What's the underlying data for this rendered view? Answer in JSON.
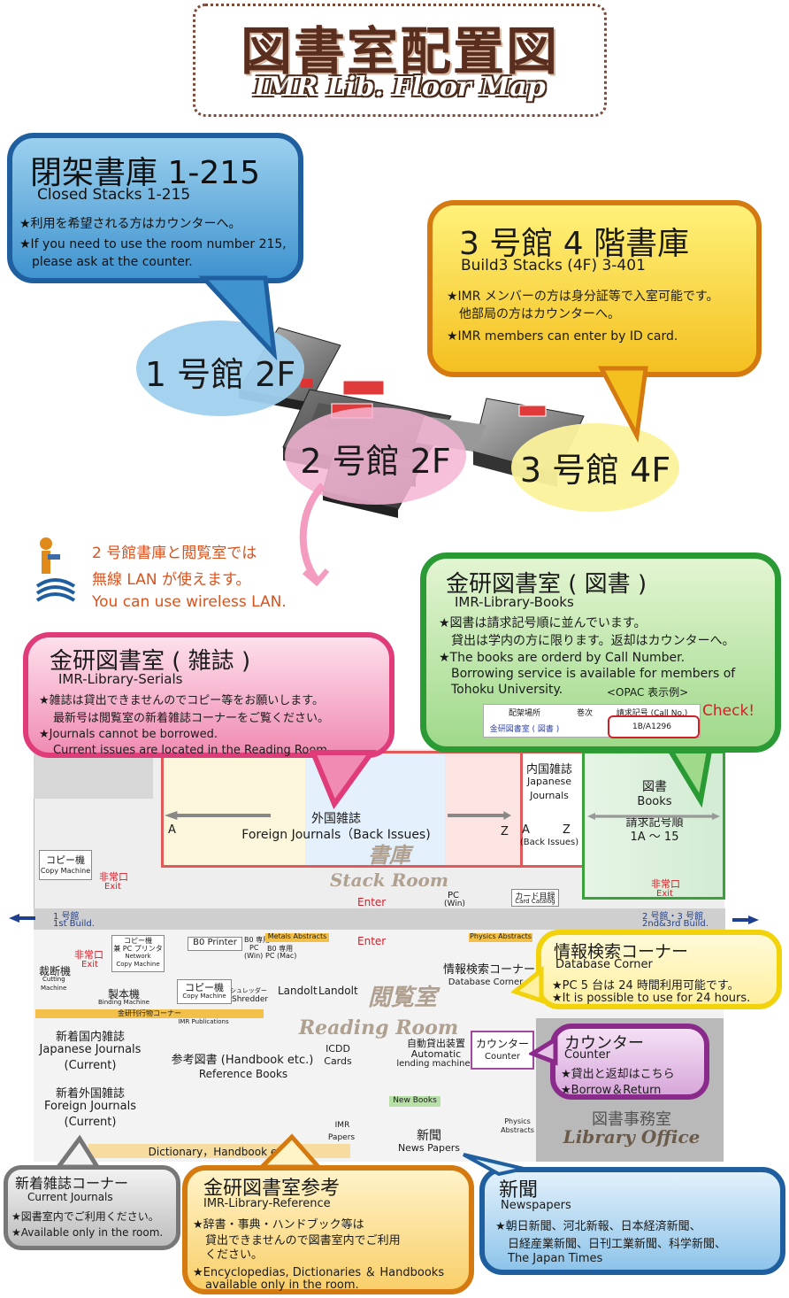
{
  "header": {
    "title_jp": "図書室配置図",
    "title_en": "IMR Lib. Floor Map"
  },
  "closed_stacks": {
    "title": "閉架書庫 1-215",
    "subtitle": "Closed Stacks 1-215",
    "line_jp": "★利用を希望される方はカウンターへ。",
    "line_en1": "★If you need to use the room number 215,",
    "line_en2": "please ask at the counter."
  },
  "build3_stacks": {
    "title": "3 号館 4 階書庫",
    "subtitle": "Build3 Stacks (4F) 3-401",
    "line_jp1": "★IMR メンバーの方は身分証等で入室可能です。",
    "line_jp2": "他部局の方はカウンターへ。",
    "line_en": "★IMR members can enter by ID card."
  },
  "buildings": {
    "b1": "1 号館 2F",
    "b2": "2 号館 2F",
    "b3": "3 号館 4F"
  },
  "wireless": {
    "line1": "2 号館書庫と閲覧室では",
    "line2": "無線 LAN が使えます。",
    "line3": "You can use wireless LAN."
  },
  "books": {
    "title": "金研図書室 ( 図書 )",
    "subtitle": "IMR-Library-Books",
    "jp1": "★図書は請求記号順に並んでいます。",
    "jp2": "貸出は学内の方に限ります。返却はカウンターへ。",
    "en1": "★The books are orderd by Call Number.",
    "en2": "Borrowing service is available for members of",
    "en3": "Tohoku University.",
    "opac_caption": "<OPAC 表示例>",
    "opac_headers": [
      "配架場所",
      "巻次",
      "請求記号 (Call No.)"
    ],
    "opac_row": [
      "金研図書室 ( 図書 )",
      "",
      "1B/A1296"
    ],
    "check": "Check!"
  },
  "serials": {
    "title": "金研図書室 ( 雑誌 )",
    "subtitle": "IMR-Library-Serials",
    "jp1": "★雑誌は貸出できませんのでコピー等をお願いします。",
    "jp2": "最新号は閲覧室の新着雑誌コーナーをご覧ください。",
    "en1": "★Journals cannot be borrowed.",
    "en2": "Current issues are located in the Reading Room."
  },
  "stack_room": {
    "foreign_jp": "外国雑誌",
    "foreign_en": "Foreign Journals（Back Issues)",
    "a1": "A",
    "z1": "Z",
    "a2": "A",
    "z2": "Z",
    "japanese_jp": "内国雑誌",
    "japanese_en1": "Japanese",
    "japanese_en2": "Journals",
    "back_issues": "(Back Issues)",
    "books_jp": "図書",
    "books_en": "Books",
    "books_order": "請求記号順",
    "books_range": "1A ～ 15",
    "label_jp": "書庫",
    "label_en": "Stack Room",
    "copy_jp": "コピー機",
    "copy_en": "Copy Machine",
    "exit1_jp": "非常口",
    "exit1_en": "Exit",
    "exit2_jp": "非常口",
    "exit2_en": "Exit",
    "enter": "Enter",
    "pc": "PC",
    "pc_sub": "(Win)",
    "catalog_jp": "カード目録",
    "catalog_en": "Card Catalog"
  },
  "corridor": {
    "left_jp": "1 号館",
    "left_en": "1st Build.",
    "right_jp": "2 号館・3 号館",
    "right_en": "2nd&3rd Build.",
    "enter": "Enter"
  },
  "reading_room": {
    "label_jp": "閲覧室",
    "label_en": "Reading Room",
    "copy_net_jp": "コピー機",
    "copy_net_jp2": "兼 PC プリンタ",
    "copy_net_en1": "Network",
    "copy_net_en2": "Copy Machine",
    "b0_printer": "B0 Printer",
    "b0_pc_jp": "B0 専用",
    "b0_pc_en": "PC",
    "b0_pc_sub": "(Win)",
    "b0_pc2_jp": "B0 専用",
    "b0_pc2_en": "PC (Mac)",
    "metals": "Metals Abstracts",
    "physics_abs": "Physics Abstracts",
    "exit_jp": "非常口",
    "exit_en": "Exit",
    "cutting_jp": "裁断機",
    "cutting_en1": "Cutting",
    "cutting_en2": "Machine",
    "binding_jp": "製本機",
    "binding_en": "Binding Machine",
    "copy2_jp": "コピー機",
    "copy2_en": "Copy Machine",
    "shredder_jp": "シュレッダー",
    "shredder_en": "Shredder",
    "landolt1": "Landolt",
    "landolt2": "Landolt",
    "pubs_jp": "金研刊行物コーナー",
    "pubs_en": "IMR Publications",
    "db_jp": "情報検索コーナー",
    "db_en": "Database Corner",
    "cj_jp": "新着国内雑誌",
    "cj_en1": "Japanese Journals",
    "cj_en2": "(Current)",
    "fj_jp": "新着外国雑誌",
    "fj_en1": "Foreign Journals",
    "fj_en2": "(Current)",
    "ref_jp": "参考図書 (Handbook etc.)",
    "ref_en": "Reference Books",
    "icdd1": "ICDD",
    "icdd2": "Cards",
    "auto_jp": "自動貸出装置",
    "auto_en1": "Automatic",
    "auto_en2": "lending machine",
    "counter_jp": "カウンター",
    "counter_en": "Counter",
    "new_books": "New Books",
    "newspaper_jp": "新聞",
    "newspaper_en": "News Papers",
    "imr_papers1": "IMR",
    "imr_papers2": "Papers",
    "physics2_1": "Physics",
    "physics2_2": "Abstracts",
    "dict": "Dictionary，Handbook  etc.",
    "office_jp": "図書事務室",
    "office_en": "Library Office"
  },
  "db_corner": {
    "title": "情報検索コーナー",
    "subtitle": "Database Corner",
    "jp": "★PC 5 台は 24 時間利用可能です。",
    "en": "★It is possible to use for 24 hours."
  },
  "counter_bubble": {
    "title": "カウンター",
    "subtitle": "Counter",
    "jp": "★貸出と返却はこちら",
    "en": "★Borrow＆Return"
  },
  "current_journals": {
    "title": "新着雑誌コーナー",
    "subtitle": "Current Journals",
    "jp": "★図書室内でご利用ください。",
    "en": "★Available only in the room."
  },
  "reference": {
    "title": "金研図書室参考",
    "subtitle": "IMR-Library-Reference",
    "jp1": "★辞書・事典・ハンドブック等は",
    "jp2": "貸出できませんので図書室内でご利用",
    "jp3": "ください。",
    "en1": "★Encyclopedias, Dictionaries ＆ Handbooks",
    "en2": "available only in the room."
  },
  "newspapers": {
    "title": "新聞",
    "subtitle": "Newspapers",
    "jp1": "★朝日新聞、河北新報、日本経済新聞、",
    "jp2": "日経産業新聞、日刊工業新聞、科学新聞、",
    "en": "The Japan Times"
  },
  "colors": {
    "blue": "#1f5f9f",
    "orange": "#d57a10",
    "green": "#2a9a34",
    "pink": "#e03c7a",
    "purple": "#8a2a8a",
    "check_red": "#d0202a"
  }
}
